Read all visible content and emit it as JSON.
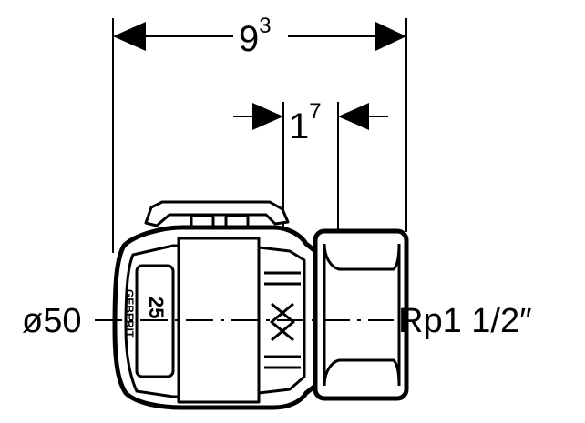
{
  "dimensions": {
    "overall_length": {
      "base": "9",
      "sup": "3"
    },
    "connection_offset": {
      "base": "1",
      "sup": "7"
    },
    "pipe_diameter": "ø50",
    "thread_size": "Rp1 1/2″"
  },
  "part_markings": {
    "brand": "GEBERIT",
    "size": "25"
  },
  "colors": {
    "line": "#000000",
    "background": "#ffffff"
  }
}
